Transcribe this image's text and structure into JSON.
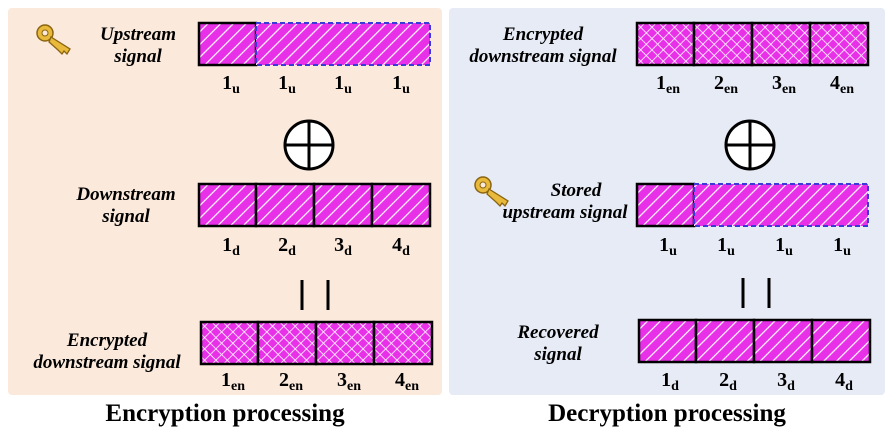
{
  "colors": {
    "cell_fill": "#e830e8",
    "left_panel": "#fbe9dc",
    "right_panel": "#e7ebf6",
    "dashed_border": "#3a3ad8"
  },
  "left": {
    "title": "Encryption processing",
    "upstream": {
      "label_line1": "Upstream",
      "label_line2": "signal",
      "cells": [
        {
          "main": "1",
          "sub": "u"
        },
        {
          "main": "1",
          "sub": "u"
        },
        {
          "main": "1",
          "sub": "u"
        },
        {
          "main": "1",
          "sub": "u"
        }
      ]
    },
    "downstream": {
      "label_line1": "Downstream",
      "label_line2": "signal",
      "cells": [
        {
          "main": "1",
          "sub": "d"
        },
        {
          "main": "2",
          "sub": "d"
        },
        {
          "main": "3",
          "sub": "d"
        },
        {
          "main": "4",
          "sub": "d"
        }
      ]
    },
    "encrypted": {
      "label_line1": "Encrypted",
      "label_line2": "downstream signal",
      "cells": [
        {
          "main": "1",
          "sub": "en"
        },
        {
          "main": "2",
          "sub": "en"
        },
        {
          "main": "3",
          "sub": "en"
        },
        {
          "main": "4",
          "sub": "en"
        }
      ]
    }
  },
  "right": {
    "title": "Decryption processing",
    "encrypted": {
      "label_line1": "Encrypted",
      "label_line2": "downstream signal",
      "cells": [
        {
          "main": "1",
          "sub": "en"
        },
        {
          "main": "2",
          "sub": "en"
        },
        {
          "main": "3",
          "sub": "en"
        },
        {
          "main": "4",
          "sub": "en"
        }
      ]
    },
    "stored": {
      "label_line1": "Stored",
      "label_line2": "upstream signal",
      "cells": [
        {
          "main": "1",
          "sub": "u"
        },
        {
          "main": "1",
          "sub": "u"
        },
        {
          "main": "1",
          "sub": "u"
        },
        {
          "main": "1",
          "sub": "u"
        }
      ]
    },
    "recovered": {
      "label_line1": "Recovered",
      "label_line2": "signal",
      "cells": [
        {
          "main": "1",
          "sub": "d"
        },
        {
          "main": "2",
          "sub": "d"
        },
        {
          "main": "3",
          "sub": "d"
        },
        {
          "main": "4",
          "sub": "d"
        }
      ]
    }
  }
}
